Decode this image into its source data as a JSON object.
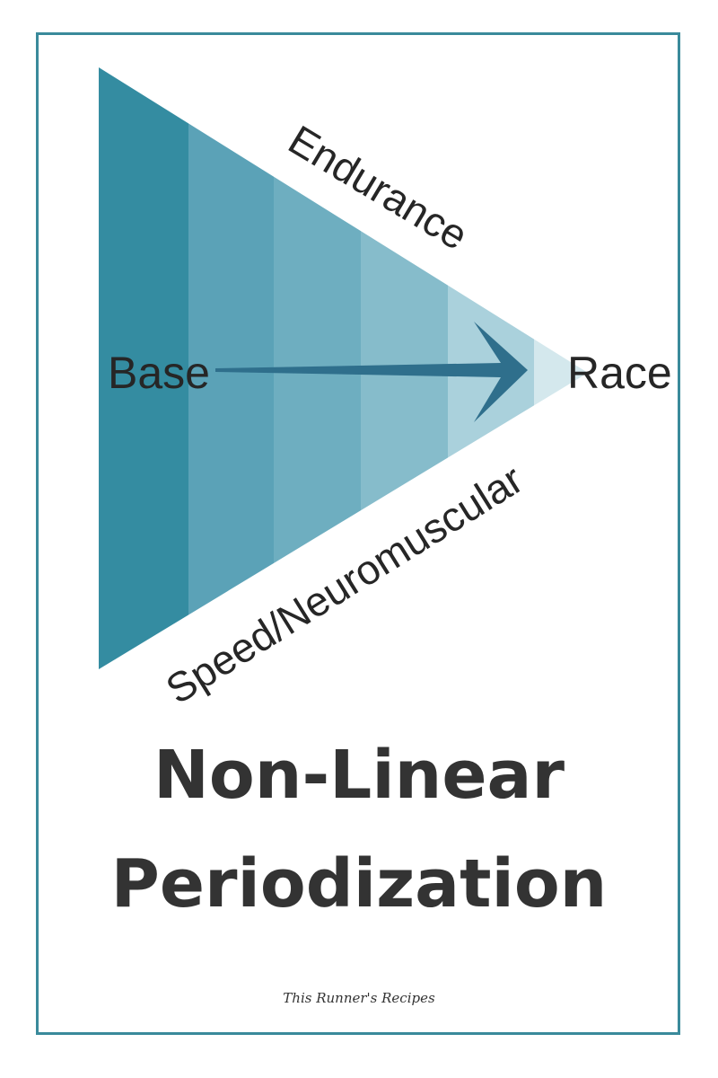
{
  "diagram": {
    "labels": {
      "top": "Endurance",
      "left": "Base",
      "right": "Race",
      "bottom": "Speed/Neuromuscular"
    },
    "colors": {
      "border": "#3a8a9b",
      "bands": [
        "#348ca1",
        "#5ba2b7",
        "#6eaec0",
        "#86bccb",
        "#aad1dc",
        "#d4e8ed"
      ],
      "arrow": "#2f6f8c",
      "text": "#262626"
    }
  },
  "title": {
    "line1": "Non-Linear",
    "line2": "Periodization",
    "color": "#333333"
  },
  "credit": "This Runner's Recipes"
}
